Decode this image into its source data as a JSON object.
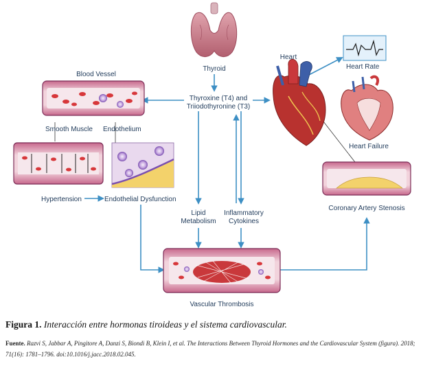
{
  "labels": {
    "thyroid": "Thyroid",
    "hormones_line1": "Thyroxine (T4) and",
    "hormones_line2": "Triiodothyronine (T3)",
    "blood_vessel": "Blood Vessel",
    "smooth_muscle": "Smooth Muscle",
    "endothelium": "Endothelium",
    "hypertension": "Hypertension",
    "endothelial_dysfunction": "Endothelial Dysfunction",
    "lipid_line1": "Lipid",
    "lipid_line2": "Metabolism",
    "cytokines_line1": "Inflammatory",
    "cytokines_line2": "Cytokines",
    "vascular_thrombosis": "Vascular Thrombosis",
    "heart": "Heart",
    "heart_rate": "Heart Rate",
    "heart_failure": "Heart Failure",
    "coronary": "Coronary Artery Stenosis"
  },
  "caption": {
    "figure_label": "Figura 1.",
    "figure_text": "Interacción entre hormonas tiroideas y el sistema cardiovascular."
  },
  "source": {
    "label": "Fuente.",
    "text": "Razvi S, Jabbar A, Pingitore A, Danzi S, Biondi B, Klein I, et al. The Interactions Between Thyroid Hormones and the Cardiovascular System (figura). 2018; 71(16): 1781–1796. doi:10.1016/j.jacc.2018.02.045."
  },
  "colors": {
    "arrow": "#3d8fc4",
    "vessel_wall": "#e8b4c0",
    "vessel_border": "#7a2a55",
    "blood_cell": "#d7373a",
    "thyroid": "#c87a8a",
    "heart": "#b8322f",
    "plaque": "#f3d26b"
  }
}
